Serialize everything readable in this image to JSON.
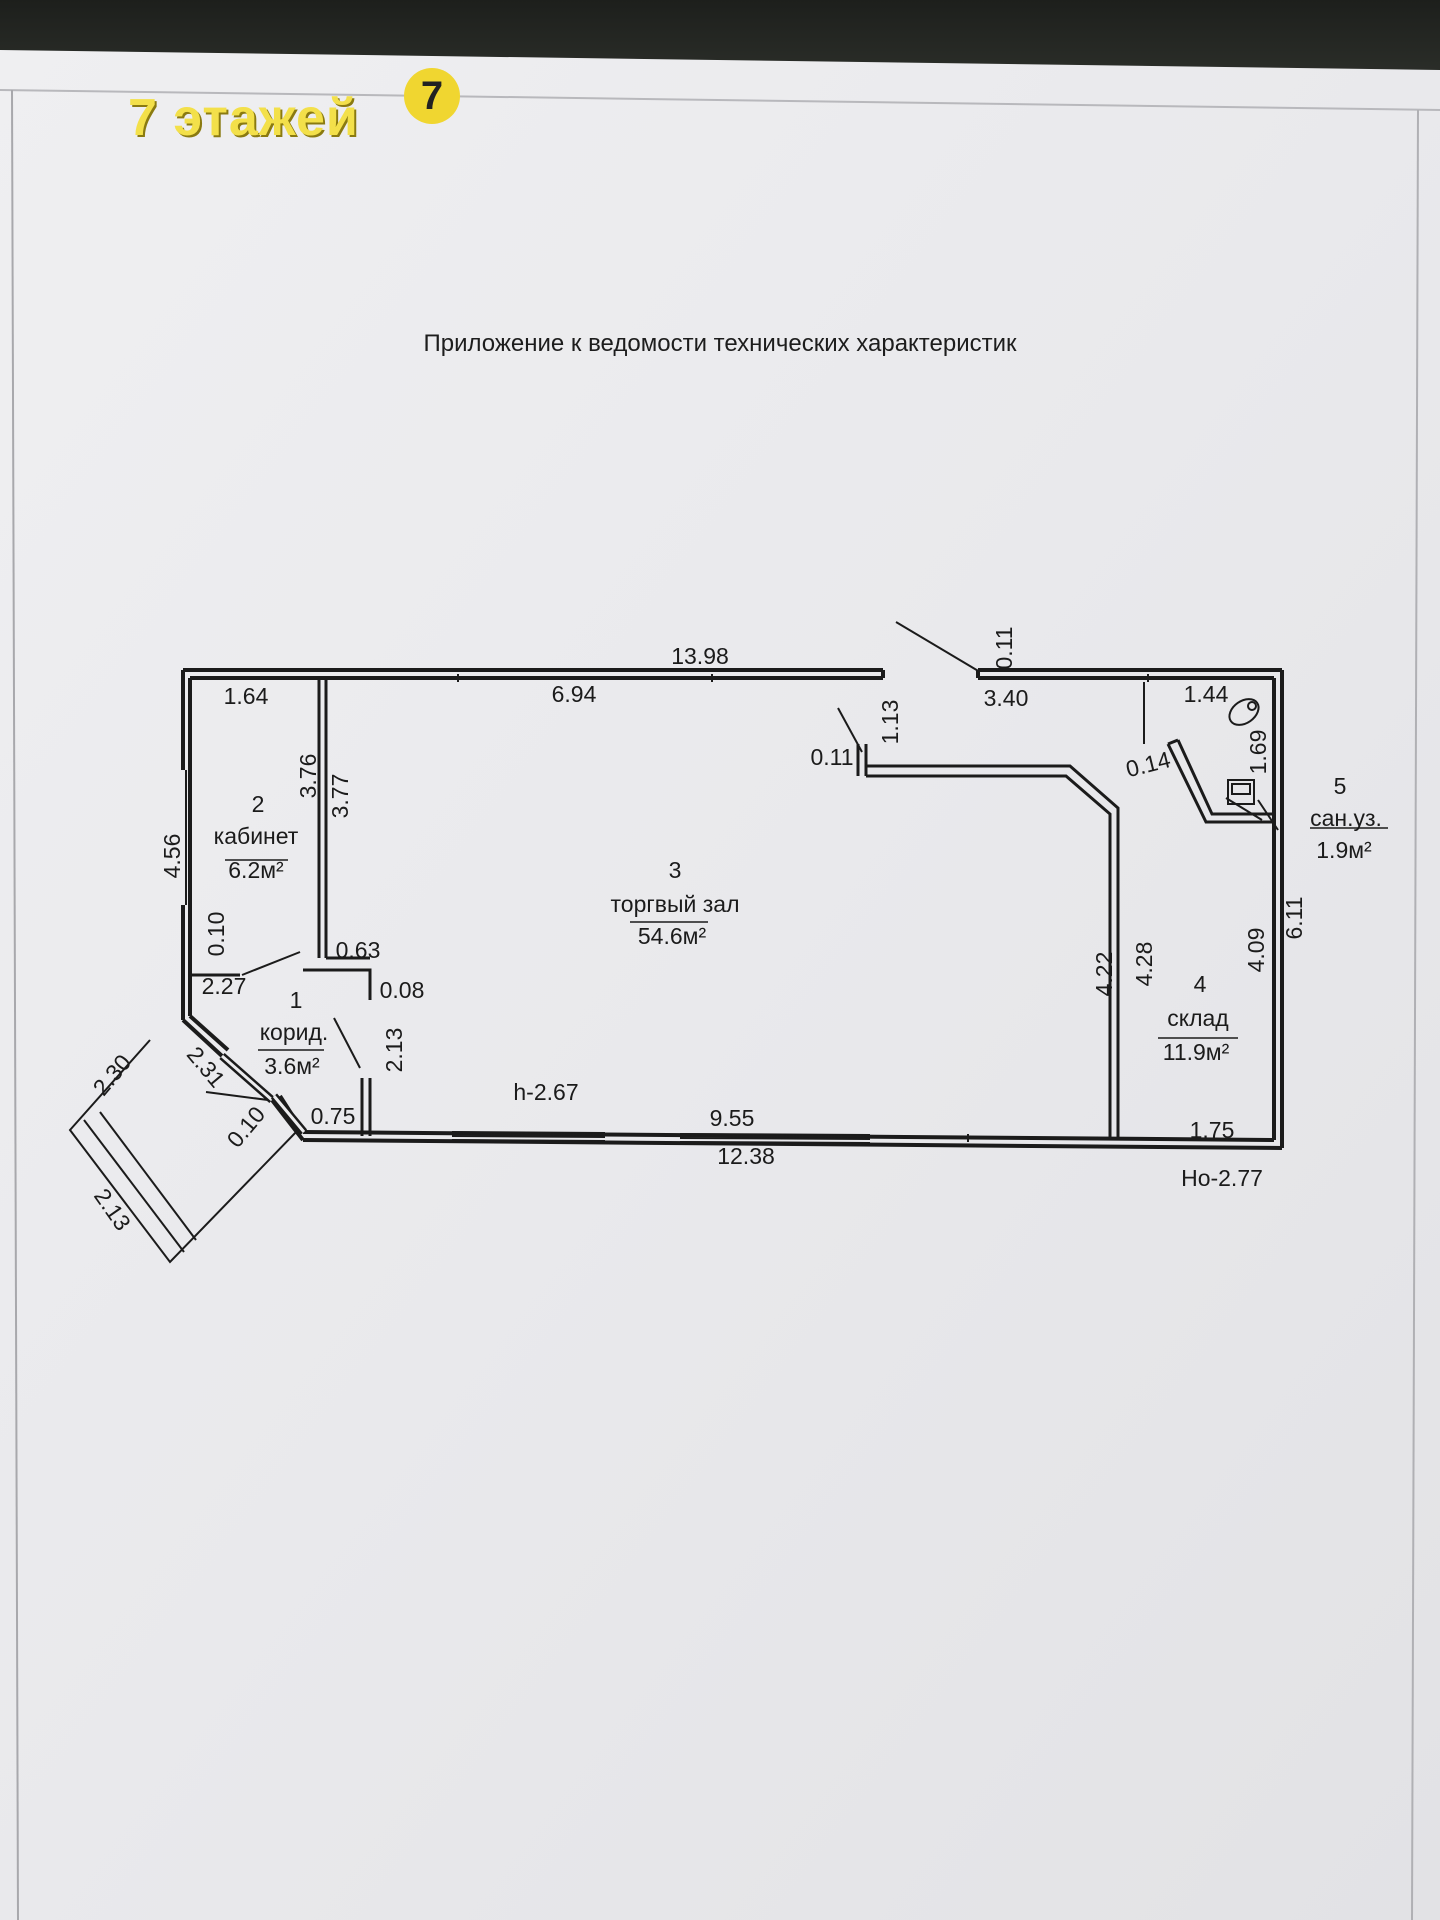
{
  "watermark": {
    "text": "7 этажей",
    "badge": "7"
  },
  "document_title": "Приложение к ведомости технических характеристик",
  "rooms": [
    {
      "number": "1",
      "name": "корид.",
      "area": "3.6м²"
    },
    {
      "number": "2",
      "name": "кабинет",
      "area": "6.2м²"
    },
    {
      "number": "3",
      "name": "торгвый зал",
      "area": "54.6м²"
    },
    {
      "number": "4",
      "name": "склад",
      "area": "11.9м²"
    },
    {
      "number": "5",
      "name": "сан.уз.",
      "area": "1.9м²"
    }
  ],
  "dimensions": [
    "13.98",
    "1.64",
    "6.94",
    "3.40",
    "1.44",
    "0.11",
    "1.13",
    "0.11",
    "0.14",
    "1.69",
    "3.76",
    "3.77",
    "4.56",
    "0.10",
    "2.27",
    "0.63",
    "0.08",
    "2.13",
    "2.30",
    "2.31",
    "0.10",
    "0.75",
    "9.55",
    "12.38",
    "1.75",
    "2.13",
    "4.22",
    "4.28",
    "4.09",
    "6.11"
  ],
  "ceiling_height": "h-2.67",
  "height_label": "Ho-2.77",
  "colors": {
    "paper": "#ececee",
    "ink": "#1b1b1b",
    "logo": "#f3e04a"
  }
}
